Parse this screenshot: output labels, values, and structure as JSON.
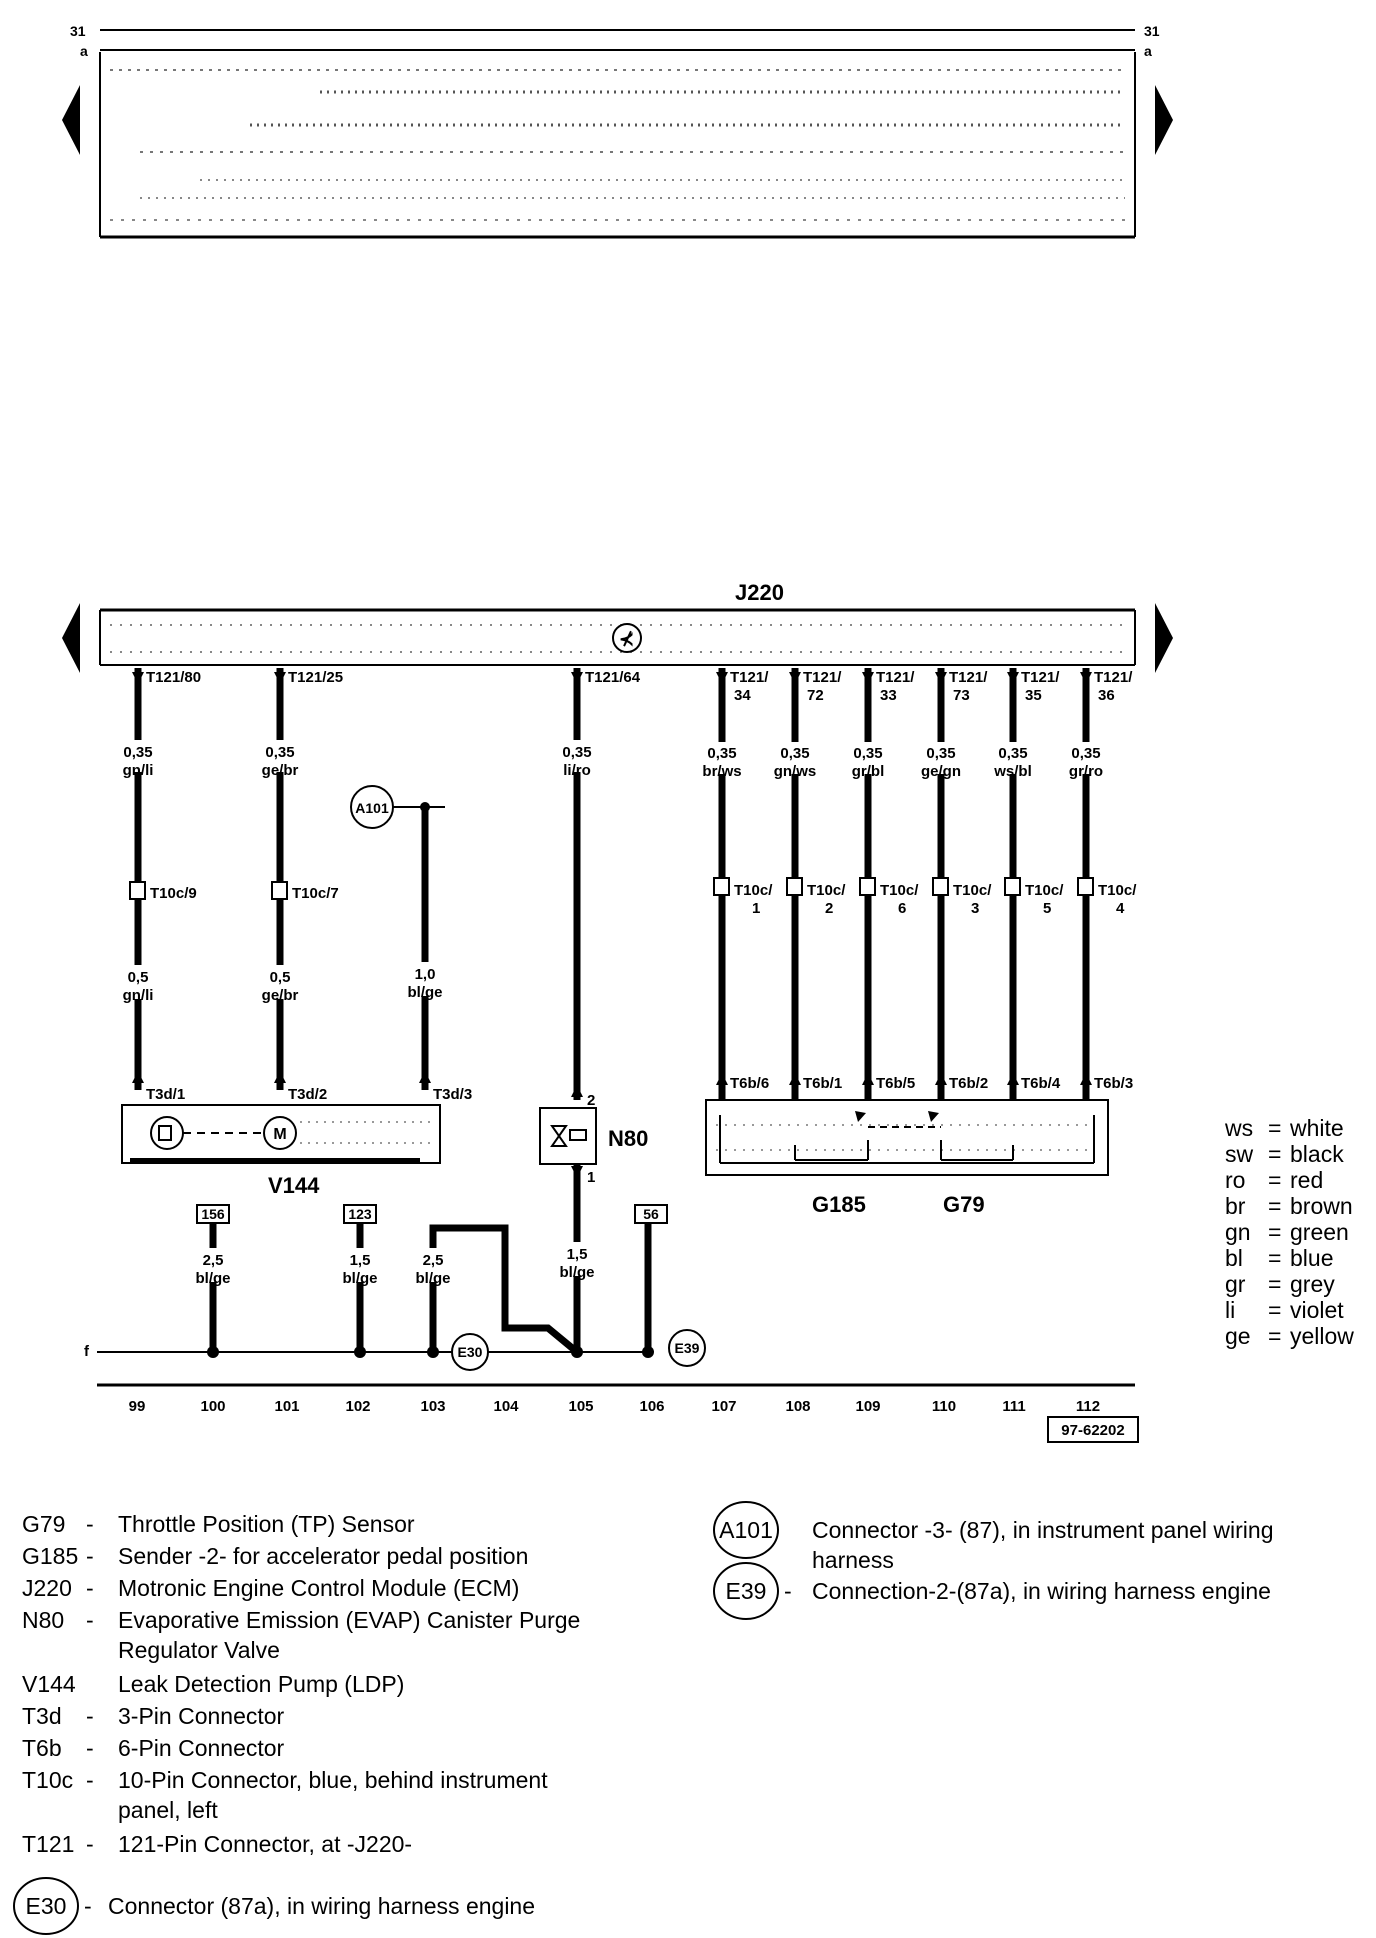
{
  "header_strip": {
    "left_label_top": "31",
    "left_label_bottom": "a",
    "right_label_top": "31",
    "right_label_bottom": "a"
  },
  "ecm": {
    "label": "J220"
  },
  "wires": [
    {
      "pin": "T121/80",
      "size_top": "0,35",
      "color_top": "gn/li",
      "conn": "T10c/9",
      "size_bot": "0,5",
      "color_bot": "gn/li",
      "end": "T3d/1"
    },
    {
      "pin": "T121/25",
      "size_top": "0,35",
      "color_top": "ge/br",
      "conn": "T10c/7",
      "size_bot": "0,5",
      "color_bot": "ge/br",
      "end": "T3d/2"
    },
    {
      "pin": "",
      "size_top": "",
      "color_top": "",
      "conn": "",
      "size_bot": "1,0",
      "color_bot": "bl/ge",
      "end": "T3d/3"
    },
    {
      "pin": "T121/64",
      "size_top": "0,35",
      "color_top": "li/ro",
      "conn": "",
      "size_bot": "",
      "color_bot": "",
      "end": ""
    },
    {
      "pin": "T121/34",
      "size_top": "0,35",
      "color_top": "br/ws",
      "conn": "T10c/1",
      "end": "T6b/6"
    },
    {
      "pin": "T121/72",
      "size_top": "0,35",
      "color_top": "gn/ws",
      "conn": "T10c/2",
      "end": "T6b/1"
    },
    {
      "pin": "T121/33",
      "size_top": "0,35",
      "color_top": "gr/bl",
      "conn": "T10c/6",
      "end": "T6b/5"
    },
    {
      "pin": "T121/73",
      "size_top": "0,35",
      "color_top": "ge/gn",
      "conn": "T10c/3",
      "end": "T6b/2"
    },
    {
      "pin": "T121/35",
      "size_top": "0,35",
      "color_top": "ws/bl",
      "conn": "T10c/5",
      "end": "T6b/4"
    },
    {
      "pin": "T121/36",
      "size_top": "0,35",
      "color_top": "gr/ro",
      "conn": "T10c/4",
      "end": "T6b/3"
    }
  ],
  "connectors_circle": {
    "a101": "A101",
    "e30": "E30",
    "e39": "E39"
  },
  "components": {
    "v144": "V144",
    "n80": "N80",
    "g185": "G185",
    "g79": "G79",
    "n80_pin_top": "2",
    "n80_pin_bot": "1"
  },
  "ground_refs": [
    {
      "box": "156",
      "size": "2,5",
      "color": "bl/ge"
    },
    {
      "box": "123",
      "size": "1,5",
      "color": "bl/ge"
    },
    {
      "box": "",
      "size": "2,5",
      "color": "bl/ge"
    },
    {
      "box": "",
      "size": "1,5",
      "color": "bl/ge"
    },
    {
      "box": "56",
      "size": "",
      "color": ""
    }
  ],
  "ground_line_label": "f",
  "ticks": [
    "99",
    "100",
    "101",
    "102",
    "103",
    "104",
    "105",
    "106",
    "107",
    "108",
    "109",
    "110",
    "111",
    "112"
  ],
  "doc_number": "97-62202",
  "color_key": [
    {
      "code": "ws",
      "eq": "=",
      "name": "white"
    },
    {
      "code": "sw",
      "eq": "=",
      "name": "black"
    },
    {
      "code": "ro",
      "eq": "=",
      "name": "red"
    },
    {
      "code": "br",
      "eq": "=",
      "name": "brown"
    },
    {
      "code": "gn",
      "eq": "=",
      "name": "green"
    },
    {
      "code": "bl",
      "eq": "=",
      "name": "blue"
    },
    {
      "code": "gr",
      "eq": "=",
      "name": "grey"
    },
    {
      "code": "li",
      "eq": "=",
      "name": "violet"
    },
    {
      "code": "ge",
      "eq": "=",
      "name": "yellow"
    }
  ],
  "legend": [
    {
      "code": "G79",
      "dash": "-",
      "text": [
        "Throttle Position (TP) Sensor"
      ]
    },
    {
      "code": "G185",
      "dash": "-",
      "text": [
        "Sender -2- for accelerator pedal position"
      ]
    },
    {
      "code": "J220",
      "dash": "-",
      "text": [
        "Motronic Engine Control Module (ECM)"
      ]
    },
    {
      "code": "N80",
      "dash": "-",
      "text": [
        "Evaporative Emission (EVAP) Canister Purge",
        "Regulator Valve"
      ]
    },
    {
      "code": "V144",
      "dash": "",
      "text": [
        "Leak Detection Pump (LDP)"
      ]
    },
    {
      "code": "T3d",
      "dash": "-",
      "text": [
        "3-Pin Connector"
      ]
    },
    {
      "code": "T6b",
      "dash": "-",
      "text": [
        "6-Pin Connector"
      ]
    },
    {
      "code": "T10c",
      "dash": "-",
      "text": [
        "10-Pin Connector, blue, behind instrument",
        "panel, left"
      ]
    },
    {
      "code": "T121",
      "dash": "-",
      "text": [
        "121-Pin Connector, at -J220-"
      ]
    }
  ],
  "legend_circles": [
    {
      "code": "E30",
      "dash": "-",
      "text": [
        "Connector (87a), in wiring harness engine"
      ]
    },
    {
      "code": "A101",
      "dash": "",
      "text": [
        "Connector -3- (87), in instrument panel wiring",
        "harness"
      ]
    },
    {
      "code": "E39",
      "dash": "-",
      "text": [
        "Connection-2-(87a), in wiring harness engine"
      ]
    }
  ]
}
